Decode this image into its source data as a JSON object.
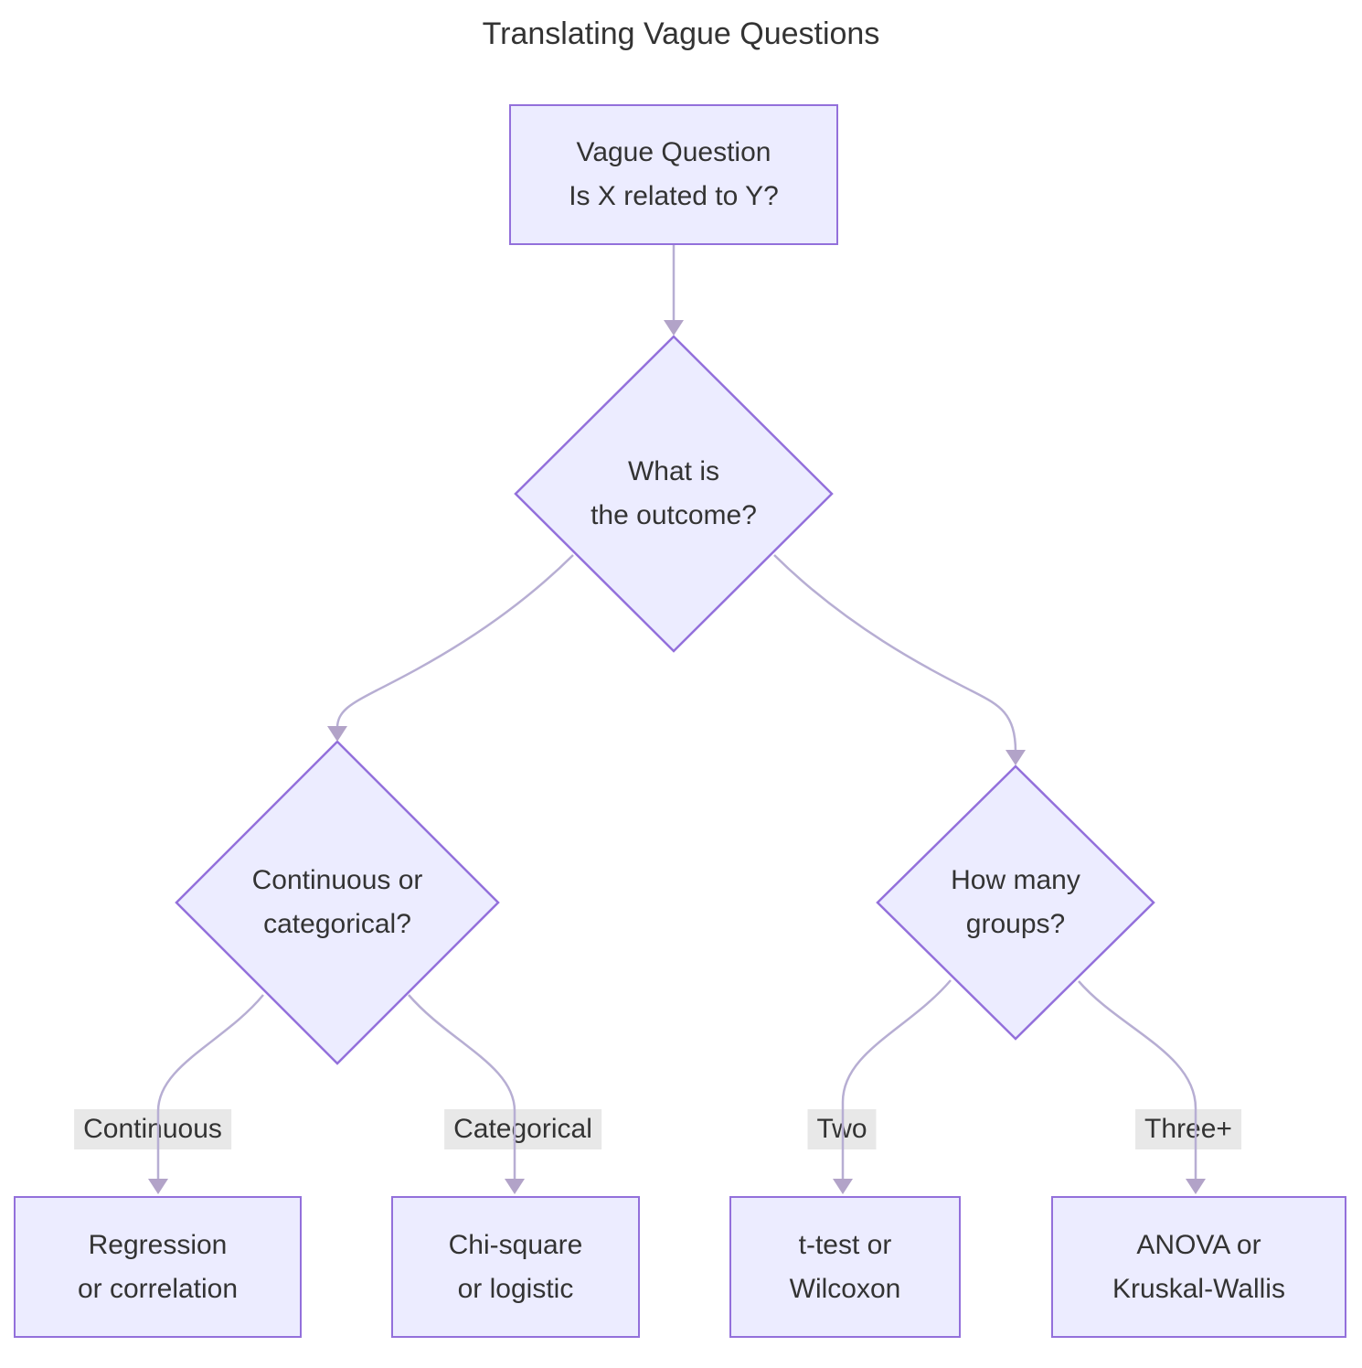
{
  "title": "Translating Vague Questions",
  "nodes": {
    "vague_question": {
      "label": "Vague Question\nIs X related to Y?"
    },
    "outcome": {
      "label": "What is\nthe outcome?"
    },
    "outcome_type": {
      "label": "Continuous or\ncategorical?"
    },
    "groups": {
      "label": "How many\ngroups?"
    },
    "regression": {
      "label": "Regression\nor correlation"
    },
    "chi_square": {
      "label": "Chi-square\nor logistic"
    },
    "t_test": {
      "label": "t-test or\nWilcoxon"
    },
    "anova": {
      "label": "ANOVA or\nKruskal-Wallis"
    }
  },
  "edge_labels": {
    "continuous": "Continuous",
    "categorical": "Categorical",
    "two": "Two",
    "three_plus": "Three+"
  },
  "colors": {
    "node_fill": "#ECECFF",
    "node_border": "#9370DB",
    "edge_line": "#b7aed3",
    "arrowhead": "#b2a3c8",
    "edge_label_bg": "#e8e8e8",
    "text": "#333333"
  }
}
